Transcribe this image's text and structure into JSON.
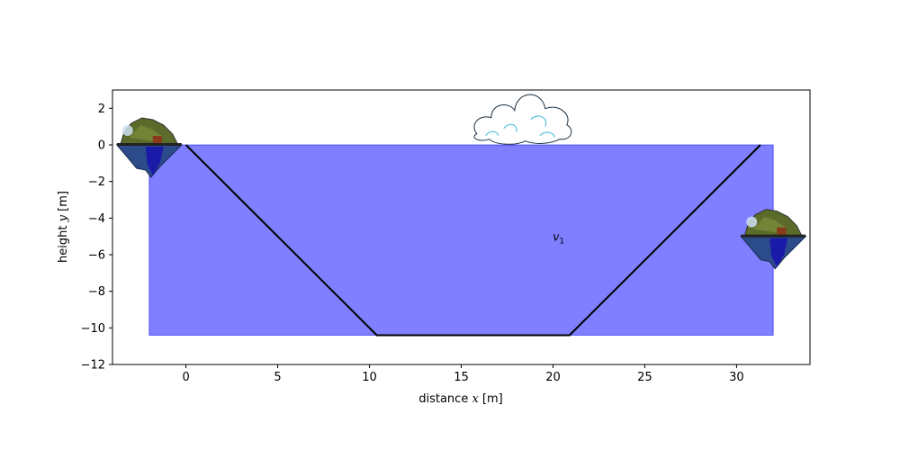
{
  "chart_data": {
    "type": "line",
    "xlabel": "distance x [m]",
    "ylabel": "height y [m]",
    "xlim": [
      -4,
      34
    ],
    "ylim": [
      -12,
      3
    ],
    "xticks": [
      0,
      5,
      10,
      15,
      20,
      25,
      30
    ],
    "yticks": [
      2,
      0,
      -2,
      -4,
      -6,
      -8,
      -10,
      -12
    ],
    "xtick_labels": [
      "0",
      "5",
      "10",
      "15",
      "20",
      "25",
      "30"
    ],
    "ytick_labels": [
      "2",
      "0",
      "−2",
      "−4",
      "−6",
      "−8",
      "−10",
      "−12"
    ],
    "grid": false,
    "region": {
      "x": [
        -2,
        32
      ],
      "y": [
        -10.4,
        0
      ],
      "color": "#0000ff",
      "opacity": 0.5
    },
    "series": [
      {
        "x": [
          0,
          10.4,
          20.9,
          31.3
        ],
        "y": [
          0,
          -10.4,
          -10.4,
          0
        ],
        "color": "#000000"
      }
    ],
    "annotations": [
      {
        "text": "v",
        "subscript": "1",
        "x": 20.3,
        "y": -5
      }
    ],
    "images": [
      {
        "icon": "floating-island-icon",
        "x": -2,
        "y": 0
      },
      {
        "icon": "cloud-icon",
        "x": 18.3,
        "y": 1
      },
      {
        "icon": "floating-island-icon",
        "x": 32,
        "y": -5
      }
    ]
  }
}
